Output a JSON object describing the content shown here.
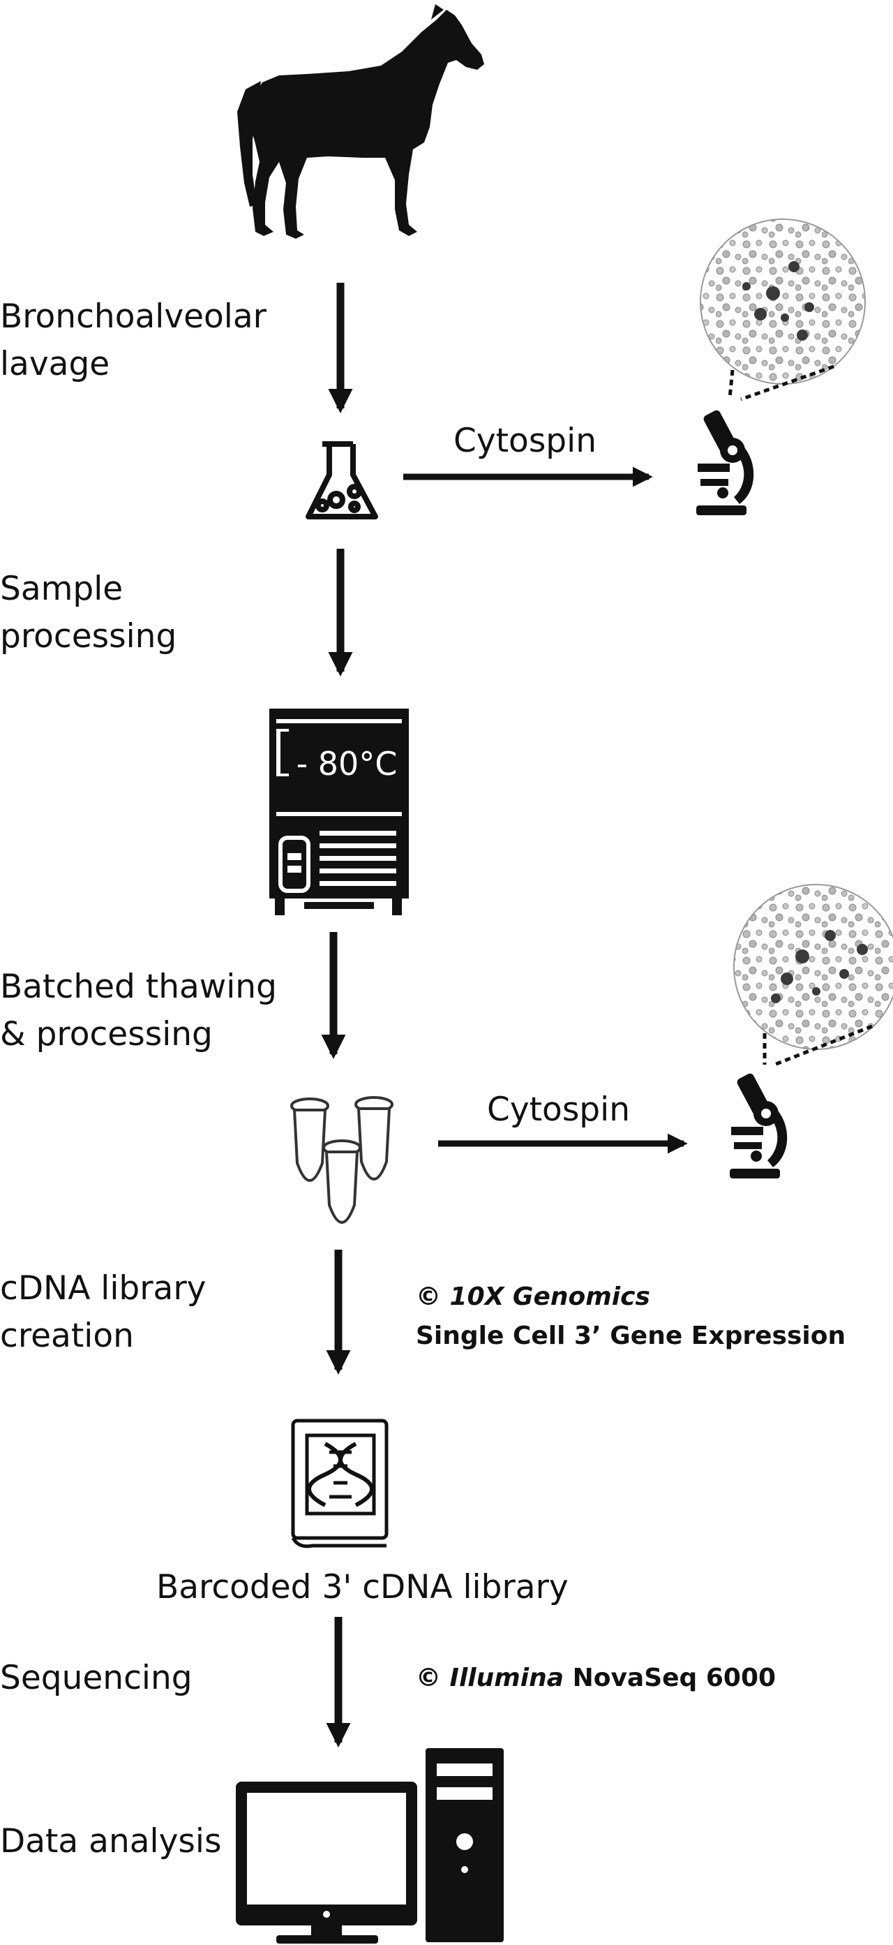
{
  "steps": [
    {
      "line1": "Bronchoalveolar",
      "line2": "lavage"
    },
    {
      "line1": "Sample",
      "line2": "processing"
    },
    {
      "line1": "Batched thawing",
      "line2": "& processing"
    },
    {
      "line1": "cDNA library",
      "line2": "creation"
    },
    {
      "line1": "Sequencing"
    },
    {
      "line1": "Data analysis"
    }
  ],
  "arrows": {
    "cytospin_1": "Cytospin",
    "cytospin_2": "Cytospin"
  },
  "freezer": {
    "temperature": "- 80°C"
  },
  "library_caption": "Barcoded 3' cDNA library",
  "credits": {
    "genomics_symbol": "©",
    "genomics_brand": "10X Genomics",
    "genomics_product": "Single Cell 3’ Gene Expression",
    "illumina_symbol": "©",
    "illumina_brand": "Illumina",
    "illumina_product": "NovaSeq 6000"
  },
  "colors": {
    "ink": "#111111",
    "slide_bg": "#cfcfcf",
    "cell_dark": "#3a3a3a"
  }
}
